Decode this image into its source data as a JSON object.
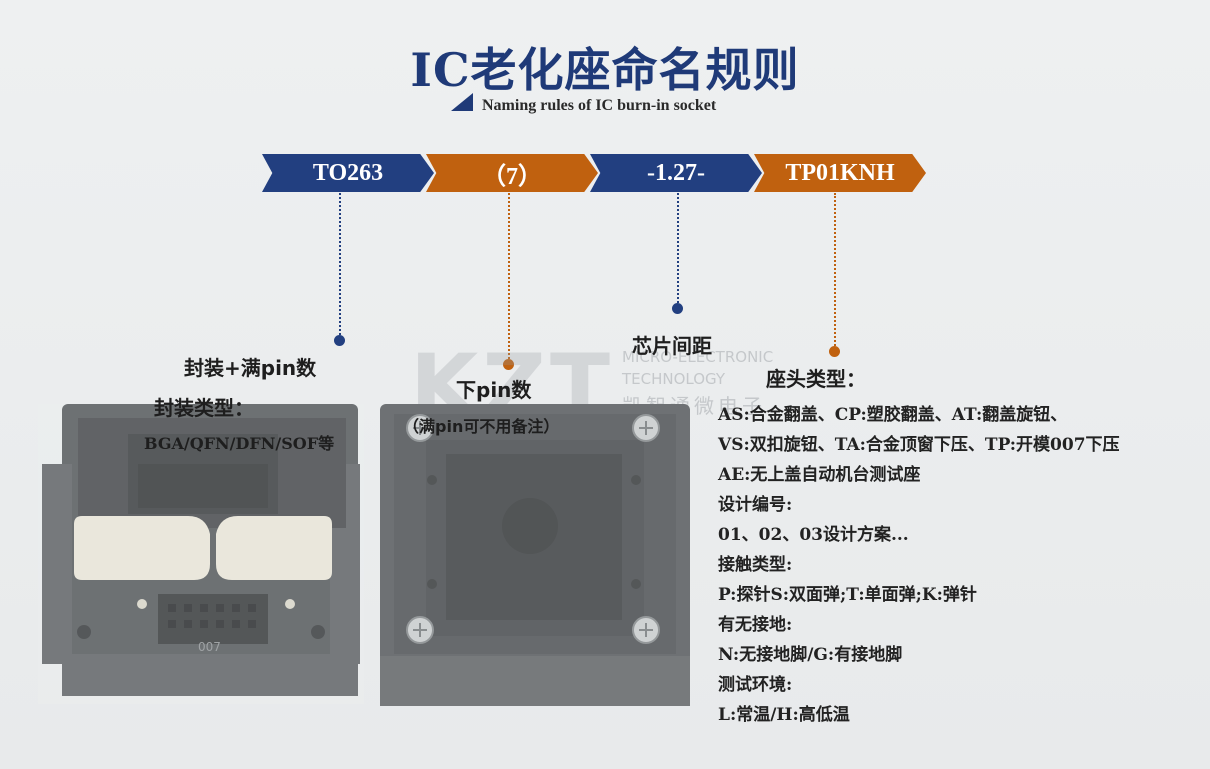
{
  "header": {
    "title": "IC老化座命名规则",
    "subtitle": "Naming rules of IC burn-in socket"
  },
  "segments": [
    {
      "text": "TO263",
      "color": "#223f80"
    },
    {
      "text": "（7）",
      "color": "#c0610f"
    },
    {
      "text": "-1.27-",
      "color": "#223f80"
    },
    {
      "text": "TP01KNH",
      "color": "#c0610f"
    }
  ],
  "labels": {
    "seg1_title": "封装+满pin数",
    "seg1_type_title": "封装类型：",
    "seg1_types": "BGA/QFN/DFN/SOF等",
    "seg2_title": "下pin数",
    "seg2_note": "（满pin可不用备注）",
    "seg3_title": "芯片间距",
    "seg4_title": "座头类型："
  },
  "details": [
    "AS:合金翻盖、CP:塑胶翻盖、AT:翻盖旋钮、",
    "VS:双扣旋钮、TA:合金顶窗下压、TP:开模007下压",
    "AE:无上盖自动机台测试座",
    "设计编号:",
    "01、02、03设计方案...",
    "接触类型:",
    "P:探针S:双面弹;T:单面弹;K:弹针",
    "有无接地:",
    "N:无接地脚/G:有接地脚",
    "测试环境:",
    "L:常温/H:高低温"
  ],
  "watermark": {
    "logo": "KZT",
    "line1": "MICRO-ELECTRONIC",
    "line2": "TECHNOLOGY",
    "line3": "凯智通微电子"
  },
  "photo_text": {
    "socket_mark": "007"
  }
}
